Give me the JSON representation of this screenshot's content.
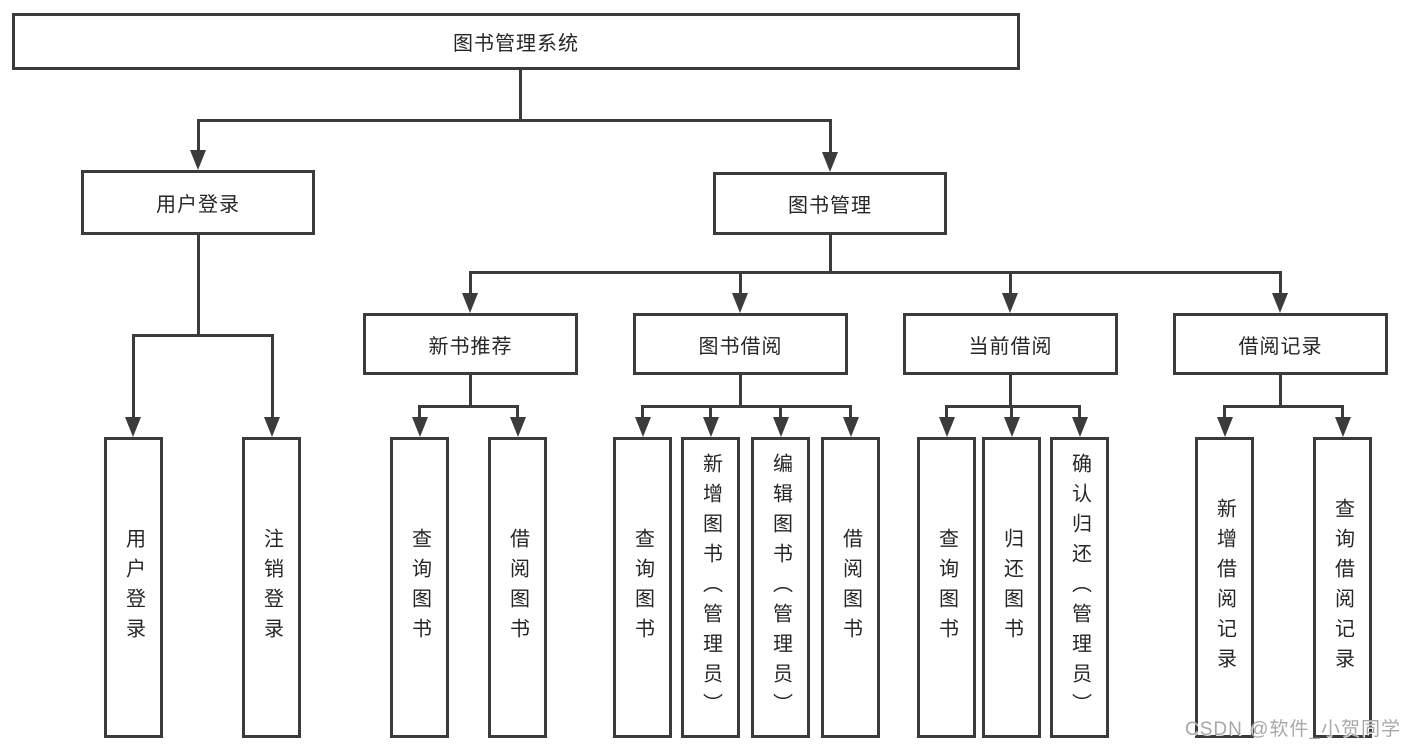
{
  "tree": {
    "root": {
      "label": "图书管理系统"
    },
    "branches": [
      {
        "label": "用户登录",
        "children": [
          {
            "label": "用户登录"
          },
          {
            "label": "注销登录"
          }
        ]
      },
      {
        "label": "图书管理",
        "children": [
          {
            "label": "新书推荐",
            "children": [
              {
                "label": "查询图书"
              },
              {
                "label": "借阅图书"
              }
            ]
          },
          {
            "label": "图书借阅",
            "children": [
              {
                "label": "查询图书"
              },
              {
                "label": "新增图书（管理员）"
              },
              {
                "label": "编辑图书（管理员）"
              },
              {
                "label": "借阅图书"
              }
            ]
          },
          {
            "label": "当前借阅",
            "children": [
              {
                "label": "查询图书"
              },
              {
                "label": "归还图书"
              },
              {
                "label": "确认归还（管理员）"
              }
            ]
          },
          {
            "label": "借阅记录",
            "children": [
              {
                "label": "新增借阅记录"
              },
              {
                "label": "查询借阅记录"
              }
            ]
          }
        ]
      }
    ]
  },
  "watermark": {
    "text": "CSDN @软件_小贺同学"
  },
  "colors": {
    "line": "#3b3b3b",
    "node_text": "#262626",
    "node_bg": "#ffffff",
    "canvas_bg": "#ffffff",
    "watermark": "#a8a8a8"
  }
}
